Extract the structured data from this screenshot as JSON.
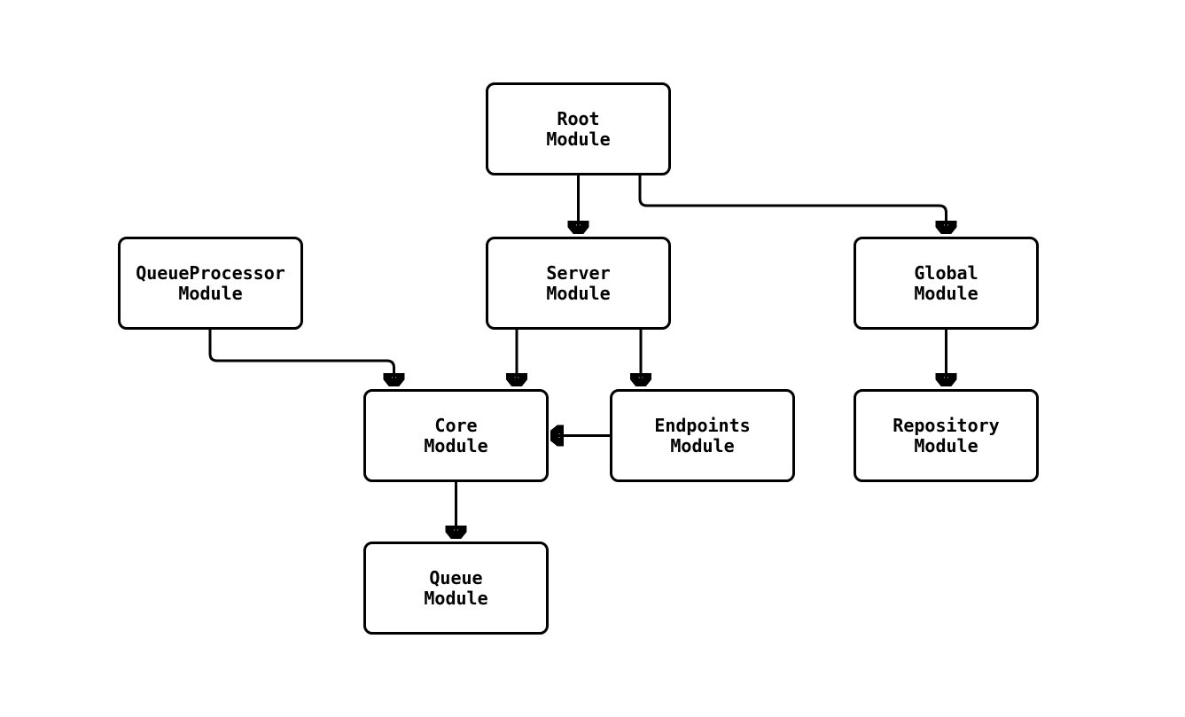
{
  "diagram": {
    "type": "module-dependency-graph",
    "colors": {
      "background": "#ffffff",
      "stroke": "#000000",
      "text": "#000000",
      "node_fill": "#ffffff"
    },
    "nodes": [
      {
        "id": "root",
        "label": "Root\nModule"
      },
      {
        "id": "server",
        "label": "Server\nModule"
      },
      {
        "id": "global",
        "label": "Global\nModule"
      },
      {
        "id": "queueprocessor",
        "label": "QueueProcessor\nModule"
      },
      {
        "id": "core",
        "label": "Core\nModule"
      },
      {
        "id": "endpoints",
        "label": "Endpoints\nModule"
      },
      {
        "id": "repository",
        "label": "Repository\nModule"
      },
      {
        "id": "queue",
        "label": "Queue\nModule"
      }
    ],
    "edges": [
      {
        "from": "root",
        "to": "server"
      },
      {
        "from": "root",
        "to": "global"
      },
      {
        "from": "queueprocessor",
        "to": "core"
      },
      {
        "from": "server",
        "to": "core"
      },
      {
        "from": "server",
        "to": "endpoints"
      },
      {
        "from": "endpoints",
        "to": "core"
      },
      {
        "from": "global",
        "to": "repository"
      },
      {
        "from": "core",
        "to": "queue"
      }
    ]
  }
}
